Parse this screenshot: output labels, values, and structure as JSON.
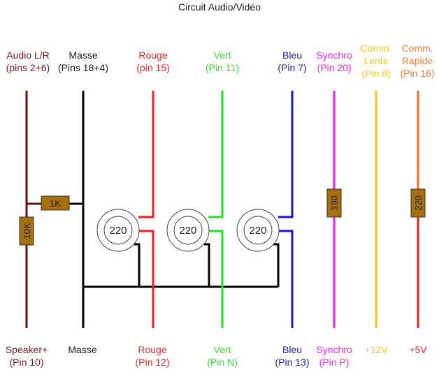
{
  "title": "Circuit Audio/Vidéo",
  "colors": {
    "audio": "#6b0f0f",
    "masse": "#000000",
    "rouge": "#ff1a1a",
    "vert": "#1ee61e",
    "bleu": "#1414e6",
    "synchro": "#ff1aff",
    "lente": "#ffc800",
    "rapide": "#ff6e14",
    "plus5": "#ff1a1a",
    "resistor": "#a8700a"
  },
  "top_labels": [
    {
      "line1": "Audio L/R",
      "line2": "(pins 2+6)",
      "color": "#7a1a1a"
    },
    {
      "line1": "Masse",
      "line2": "(Pins 18+4)",
      "color": "#222222"
    },
    {
      "line1": "Rouge",
      "line2": "(pin 15)",
      "color": "#ff2020"
    },
    {
      "line1": "Vert",
      "line2": "(Pin 11)",
      "color": "#2ee62e"
    },
    {
      "line1": "Bleu",
      "line2": "(Pin 7)",
      "color": "#2020d0"
    },
    {
      "line1": "Synchro",
      "line2": "(Pin 20)",
      "color": "#ff20ff"
    },
    {
      "line1": "Comm.",
      "line2": "Lente",
      "line3": "(Pin 8)",
      "color": "#ffc800"
    },
    {
      "line1": "Comm.",
      "line2": "Rapide",
      "line3": "(Pin 16)",
      "color": "#ff7a2a"
    }
  ],
  "bottom_labels": [
    {
      "line1": "Speaker+",
      "line2": "(Pin 10)",
      "color": "#7a1a1a"
    },
    {
      "line1": "Masse",
      "line2": "",
      "color": "#222222"
    },
    {
      "line1": "Rouge",
      "line2": "(Pin 12)",
      "color": "#ff2020"
    },
    {
      "line1": "Vert",
      "line2": "(Pin N)",
      "color": "#2ee62e"
    },
    {
      "line1": "Bleu",
      "line2": "(Pin 13)",
      "color": "#2020d0"
    },
    {
      "line1": "Synchro",
      "line2": "(Pin P)",
      "color": "#ff20ff"
    },
    {
      "line1": "+12V",
      "line2": "",
      "color": "#ffc800"
    },
    {
      "line1": "+5V",
      "line2": "",
      "color": "#ff2020"
    }
  ],
  "resistors": {
    "r_1k": "1K",
    "r_10k": "10K",
    "r_390": "390",
    "r_220": "220"
  },
  "circle_resistors": [
    "220",
    "220",
    "220"
  ]
}
